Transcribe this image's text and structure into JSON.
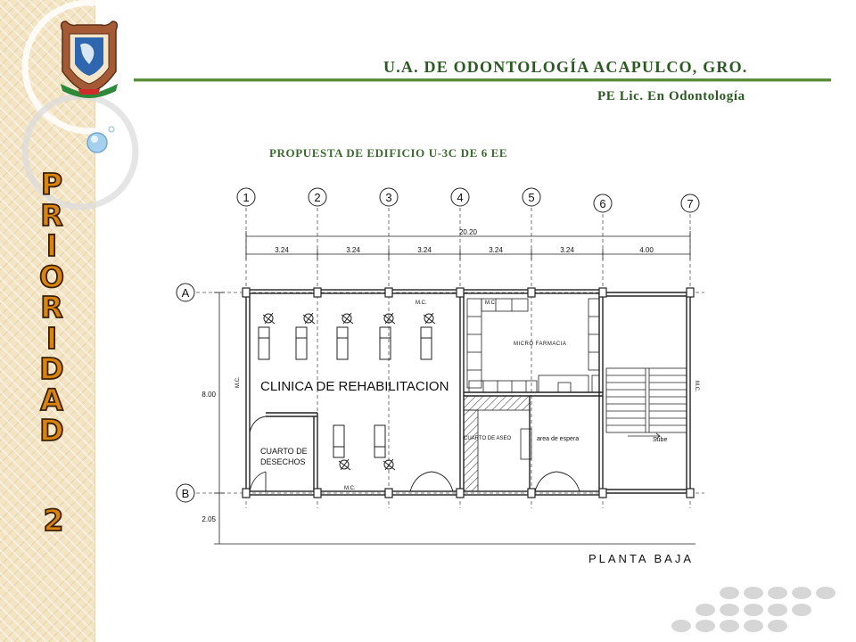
{
  "header": {
    "title": "U.A. DE ODONTOLOGÍA ACAPULCO, GRO.",
    "subtitle": "PE Lic. En Odontología",
    "proposal": "PROPUESTA DE EDIFICIO U-3C DE 6 EE"
  },
  "sidebar": {
    "word_letters": [
      "P",
      "R",
      "I",
      "O",
      "R",
      "I",
      "D",
      "A",
      "D"
    ],
    "number": "2"
  },
  "plan": {
    "axes_numbers": [
      "1",
      "2",
      "3",
      "4",
      "5",
      "6",
      "7"
    ],
    "axes_letters": [
      "A",
      "B"
    ],
    "overall_dimension": "20.20",
    "bay_dimensions": [
      "3.24",
      "3.24",
      "3.24",
      "3.24",
      "3.24",
      "4.00"
    ],
    "vertical_dimensions": [
      "8.00",
      "2.05"
    ],
    "rooms": {
      "clinic": "CLINICA DE REHABILITACION",
      "waste_line1": "CUARTO DE",
      "waste_line2": "DESECHOS",
      "pharmacy": "MICRO FARMACIA",
      "waiting": "area de espera",
      "cleaning": "CUARTO DE ASEO",
      "stairs": "Sube"
    },
    "mc_label": "M.C.",
    "view_title": "PLANTA BAJA"
  },
  "colors": {
    "header_green": "#2a5a22",
    "sidebar_letters": "#d9840d",
    "line_green": "#5b8d3c"
  }
}
